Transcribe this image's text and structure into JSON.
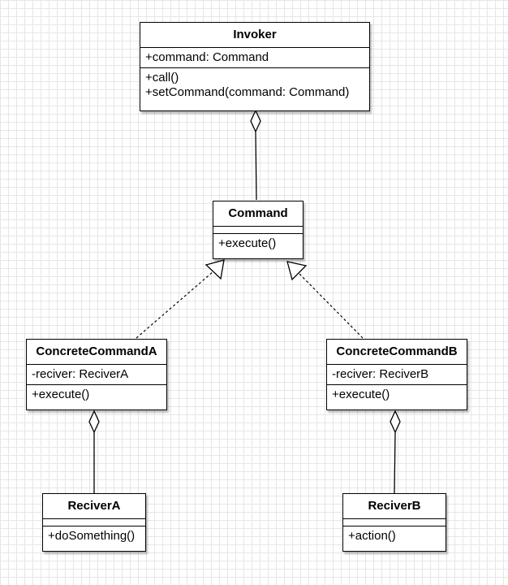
{
  "classes": {
    "invoker": {
      "name": "Invoker",
      "attributes": [
        "+command: Command"
      ],
      "operations": [
        "+call()",
        "+setCommand(command: Command)"
      ]
    },
    "command": {
      "name": "Command",
      "attributes": [],
      "operations": [
        "+execute()"
      ]
    },
    "concrete_a": {
      "name": "ConcreteCommandA",
      "attributes": [
        "-reciver: ReciverA"
      ],
      "operations": [
        "+execute()"
      ]
    },
    "concrete_b": {
      "name": "ConcreteCommandB",
      "attributes": [
        "-reciver: ReciverB"
      ],
      "operations": [
        "+execute()"
      ]
    },
    "reciver_a": {
      "name": "ReciverA",
      "attributes": [],
      "operations": [
        "+doSomething()"
      ]
    },
    "reciver_b": {
      "name": "ReciverB",
      "attributes": [],
      "operations": [
        "+action()"
      ]
    }
  },
  "relations": [
    {
      "type": "aggregation",
      "whole": "invoker",
      "part": "command"
    },
    {
      "type": "realization",
      "from": "concrete_a",
      "to": "command"
    },
    {
      "type": "realization",
      "from": "concrete_b",
      "to": "command"
    },
    {
      "type": "aggregation",
      "whole": "concrete_a",
      "part": "reciver_a"
    },
    {
      "type": "aggregation",
      "whole": "concrete_b",
      "part": "reciver_b"
    }
  ]
}
